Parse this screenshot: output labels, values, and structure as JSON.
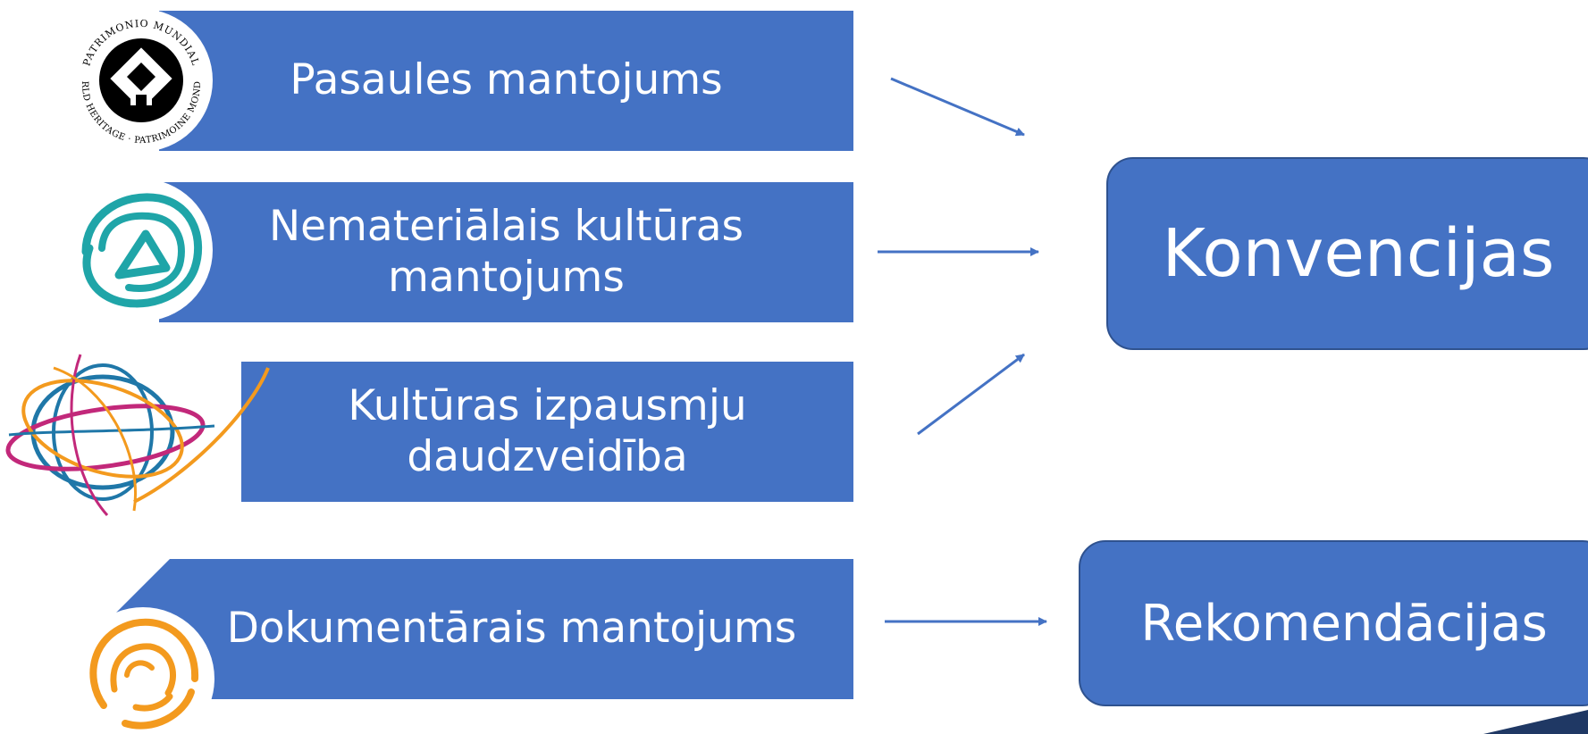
{
  "sources": [
    {
      "id": "world-heritage",
      "label_lines": [
        "Pasaules mantojums"
      ],
      "emblem_text_top": "PATRIMONIO MUNDIAL",
      "emblem_text_bottom": "WORLD HERITAGE · PATRIMOINE MONDIAL"
    },
    {
      "id": "intangible-heritage",
      "label_lines": [
        "Nemateriālais kultūras",
        "mantojums"
      ]
    },
    {
      "id": "cultural-diversity",
      "label_lines": [
        "Kultūras izpausmju",
        "daudzveidība"
      ]
    },
    {
      "id": "documentary-heritage",
      "label_lines": [
        "Dokumentārais mantojums"
      ]
    }
  ],
  "targets": {
    "conventions": "Konvencijas",
    "recommendations": "Rekomendācijas"
  },
  "colors": {
    "band": "#4472c4",
    "border": "#2f528f",
    "arrow": "#4472c4",
    "text": "#ffffff",
    "teal": "#1fa5a8",
    "orange": "#f39a1e",
    "magenta": "#c2287a",
    "navy": "#1f3864"
  }
}
